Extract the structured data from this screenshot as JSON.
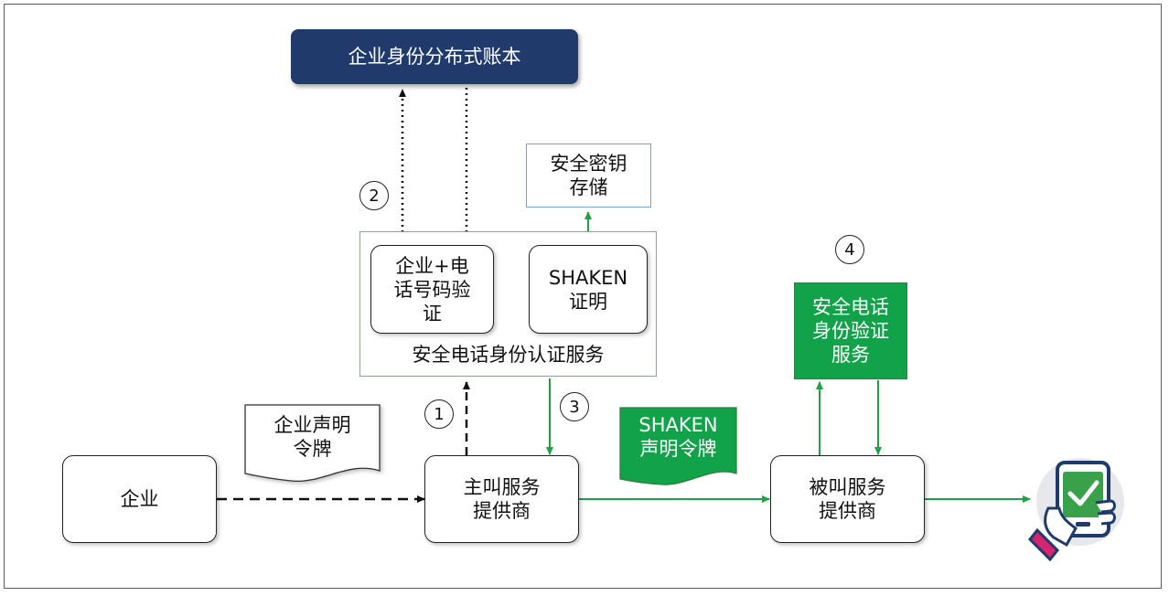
{
  "ledger": {
    "label": "企业身份分布式账本"
  },
  "keystore": {
    "label": "安全密钥\n存储"
  },
  "auth_service": {
    "caption": "安全电话身份认证服务",
    "verify_label": "企业+电\n话号码验\n证",
    "shaken_label": "SHAKEN\n证明"
  },
  "enterprise": {
    "label": "企业"
  },
  "enterprise_token": {
    "label": "企业声明\n令牌"
  },
  "originating_provider": {
    "label": "主叫服务\n提供商"
  },
  "shaken_token": {
    "label": "SHAKEN\n声明令牌"
  },
  "terminating_provider": {
    "label": "被叫服务\n提供商"
  },
  "verification_service": {
    "label": "安全电话\n身份验证\n服务"
  },
  "steps": [
    "1",
    "2",
    "3",
    "4"
  ],
  "colors": {
    "navy": "#1f3a6b",
    "green": "#11a24a",
    "light_blue": "#7ba3cf",
    "pink": "#d6246e"
  },
  "icons": {
    "end_device": "phone-check-icon"
  }
}
